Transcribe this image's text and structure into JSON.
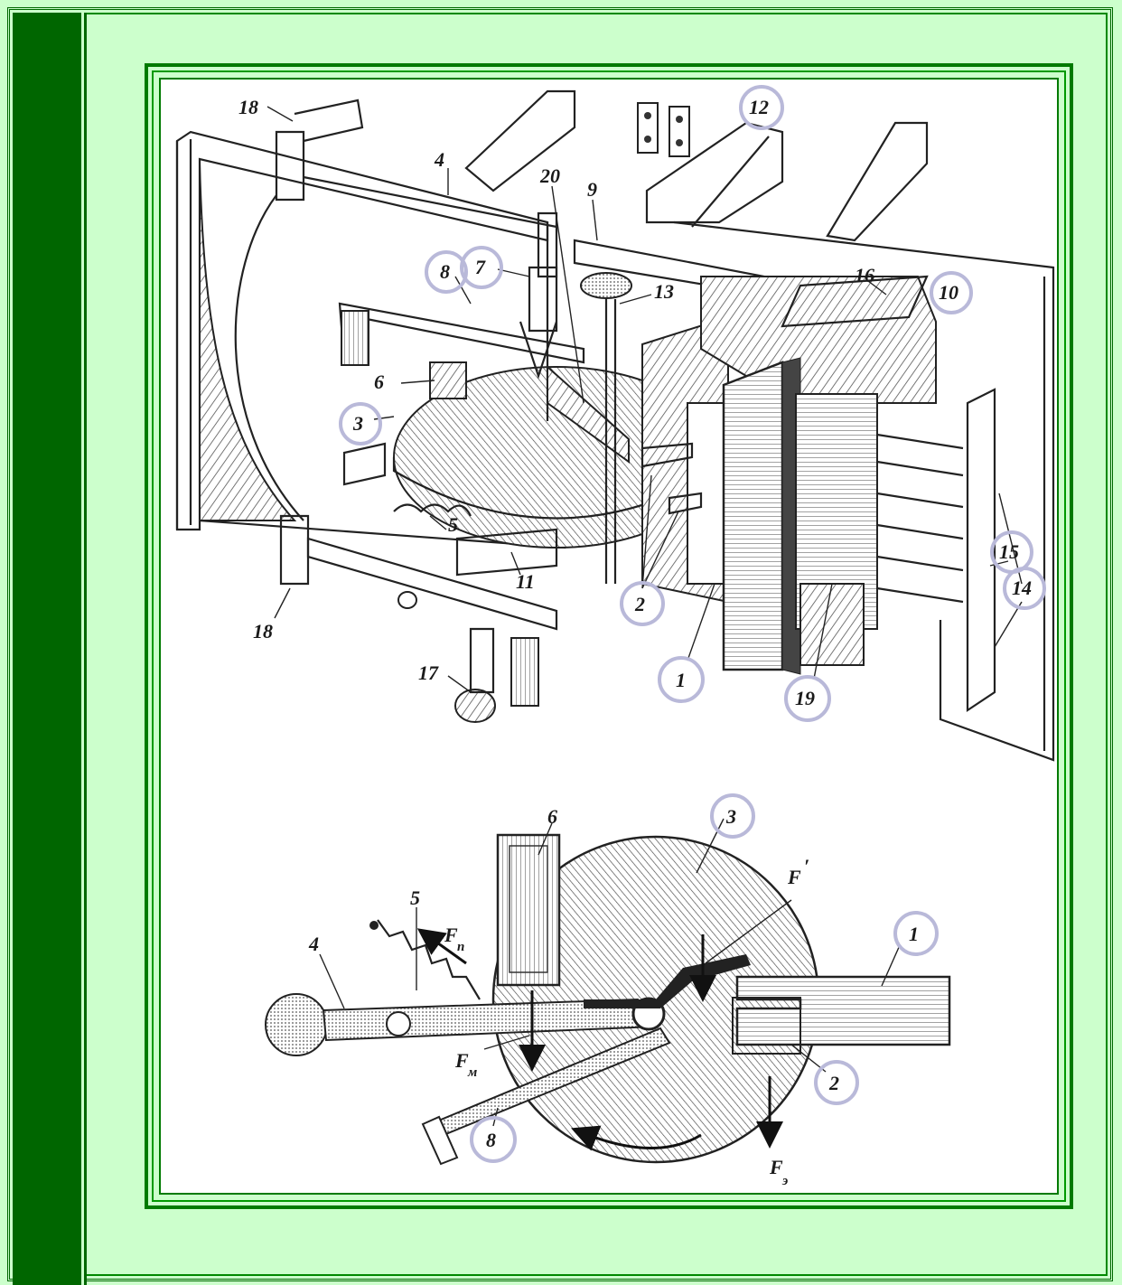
{
  "figure": {
    "top_diagram": {
      "labels": {
        "l1": "1",
        "l2": "2",
        "l3": "3",
        "l4": "4",
        "l5": "5",
        "l6": "6",
        "l7": "7",
        "l8": "8",
        "l9": "9",
        "l10": "10",
        "l11": "11",
        "l12": "12",
        "l13": "13",
        "l14": "14",
        "l15": "15",
        "l16": "16",
        "l17": "17",
        "l18a": "18",
        "l18b": "18",
        "l19": "19",
        "l20": "20"
      }
    },
    "bottom_diagram": {
      "labels": {
        "l1": "1",
        "l2": "2",
        "l3": "3",
        "l4": "4",
        "l5": "5",
        "l6": "6",
        "l8": "8"
      },
      "forces": {
        "fprime": "F",
        "fprime_mark": "′",
        "fn": "F",
        "fn_sub": "п",
        "fm": "F",
        "fm_sub": "м",
        "fe": "F",
        "fe_sub": "э"
      }
    }
  }
}
